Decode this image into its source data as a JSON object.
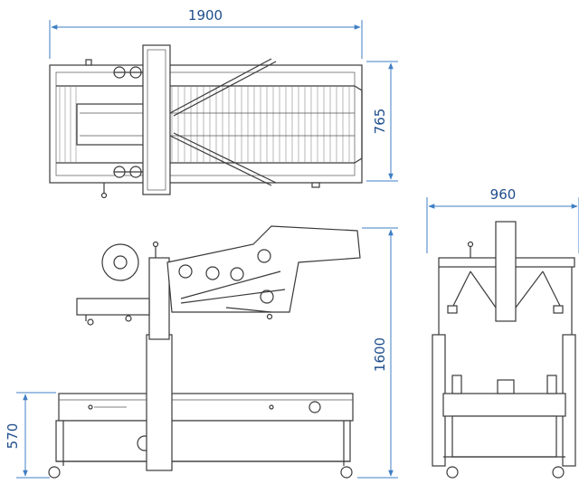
{
  "dimensions": {
    "top_width": "1900",
    "top_depth": "765",
    "side_width": "960",
    "overall_height": "1600",
    "table_height": "570"
  },
  "colors": {
    "dimension_line": "#3f7fc4",
    "dimension_text": "#1f4e8c",
    "machine_line": "#3a3a3a"
  }
}
